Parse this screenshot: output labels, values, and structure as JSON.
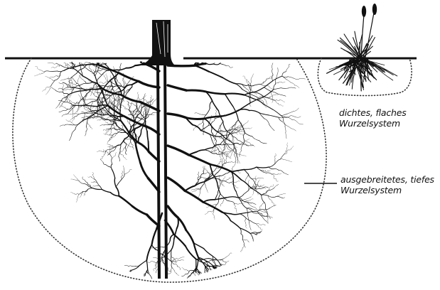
{
  "labels": {
    "shallow_line1": "dichtes, flaches",
    "shallow_line2": "Wurzelsystem",
    "deep_line1": "ausgebreitetes, tiefes",
    "deep_line2": "Wurzelsystem"
  },
  "colors": {
    "ink": "#111111",
    "background": "#ffffff"
  }
}
